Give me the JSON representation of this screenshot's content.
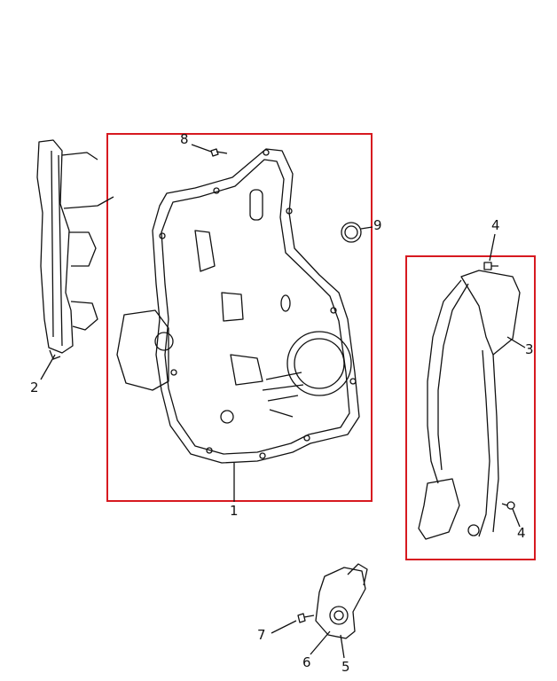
{
  "callouts": {
    "door_module_panel": "1",
    "inner_frame_bracket": "2",
    "window_regulator": "3",
    "regulator_bolt_top": "4",
    "regulator_bolt_bottom": "4",
    "motor_part_5": "5",
    "motor_part_6": "6",
    "motor_screw": "7",
    "panel_bolt": "8",
    "clip_ring": "9"
  },
  "colors": {
    "highlight_box": "#d71920",
    "line_art": "#111111"
  }
}
